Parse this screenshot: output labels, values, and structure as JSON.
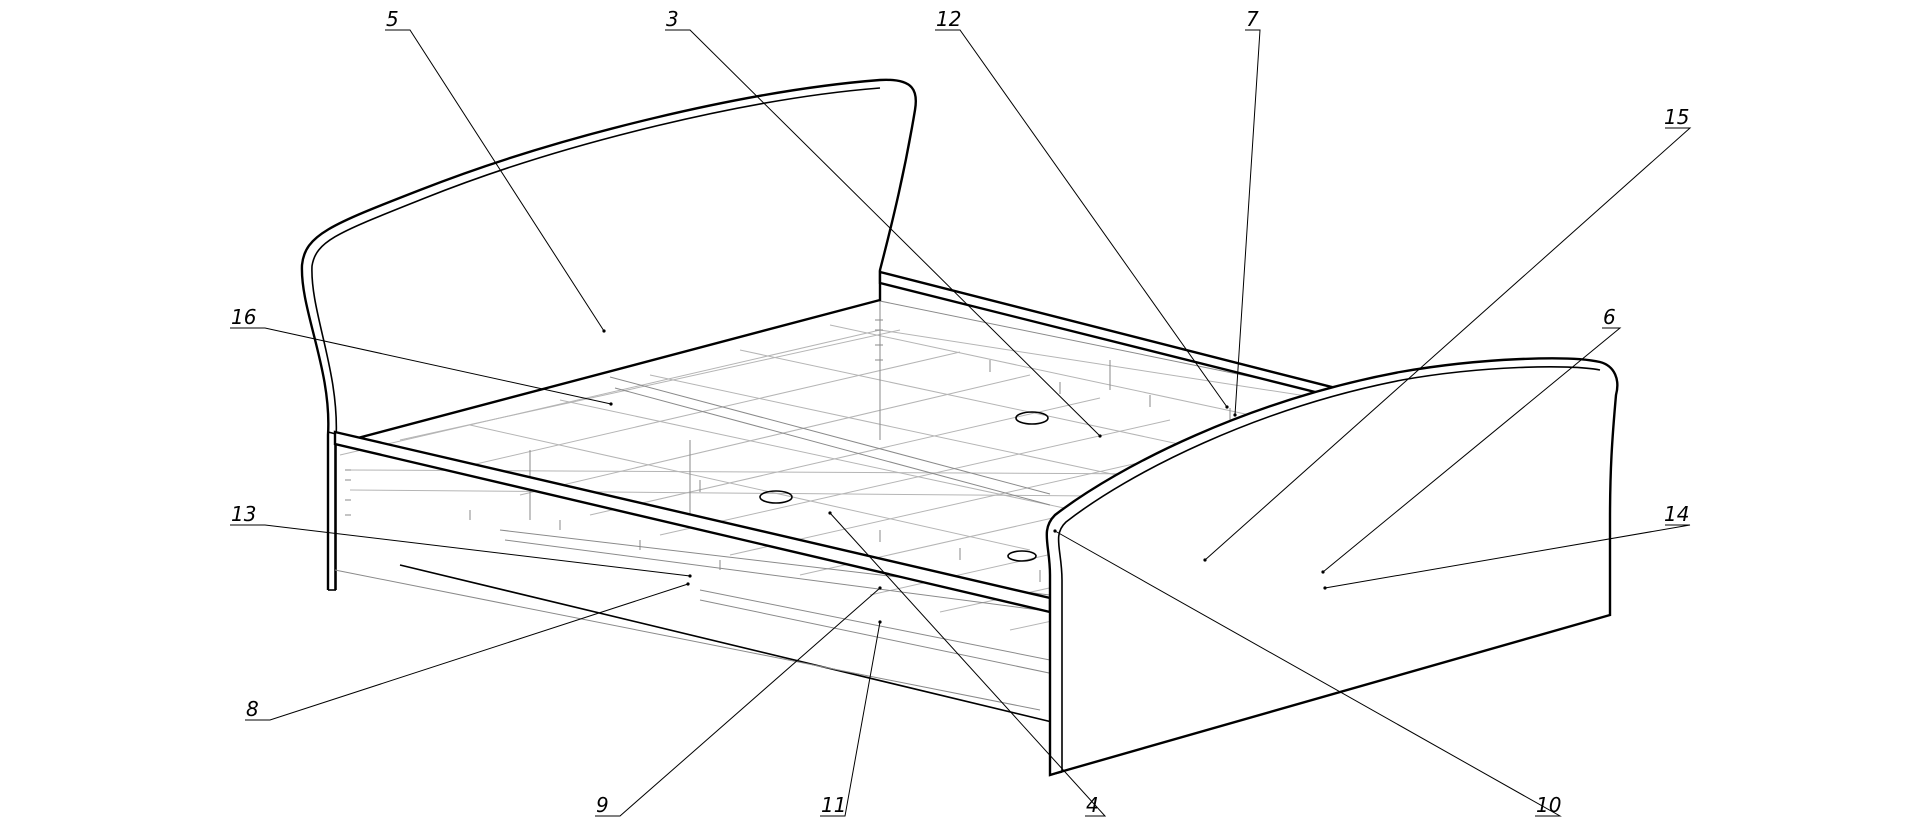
{
  "callouts": [
    {
      "id": "c5",
      "text": "5"
    },
    {
      "id": "c3",
      "text": "3"
    },
    {
      "id": "c12",
      "text": "12"
    },
    {
      "id": "c7",
      "text": "7"
    },
    {
      "id": "c15",
      "text": "15"
    },
    {
      "id": "c16",
      "text": "16"
    },
    {
      "id": "c6",
      "text": "6"
    },
    {
      "id": "c13",
      "text": "13"
    },
    {
      "id": "c14",
      "text": "14"
    },
    {
      "id": "c8",
      "text": "8"
    },
    {
      "id": "c9",
      "text": "9"
    },
    {
      "id": "c11",
      "text": "11"
    },
    {
      "id": "c4",
      "text": "4"
    },
    {
      "id": "c10",
      "text": "10"
    }
  ]
}
